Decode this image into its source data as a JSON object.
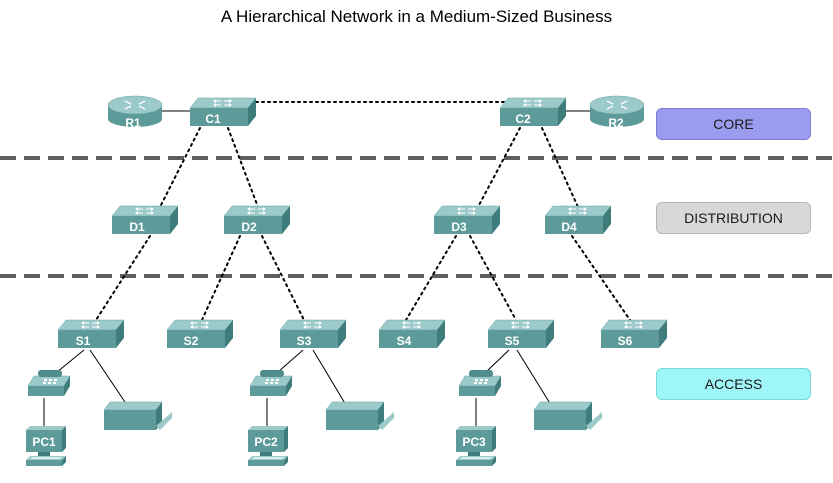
{
  "title": "A Hierarchical Network in a Medium-Sized Business",
  "layers": {
    "core": "CORE",
    "distribution": "DISTRIBUTION",
    "access": "ACCESS"
  },
  "colors": {
    "device_top": "#9ccaca",
    "device_front": "#5d9a9a",
    "device_side": "#3f7c7c",
    "core_layer": "#9b9bf0",
    "distribution_layer": "#d8d8d8",
    "access_layer": "#9ef6f8"
  },
  "devices": {
    "routers": [
      "R1",
      "R2"
    ],
    "core_switches": [
      "C1",
      "C2"
    ],
    "distribution_switches": [
      "D1",
      "D2",
      "D3",
      "D4"
    ],
    "access_switches": [
      "S1",
      "S2",
      "S3",
      "S4",
      "S5",
      "S6"
    ],
    "pcs": [
      "PC1",
      "PC2",
      "PC3"
    ]
  },
  "icons": [
    "router-icon",
    "switch-icon",
    "ip-phone-icon",
    "printer-icon",
    "pc-icon"
  ]
}
